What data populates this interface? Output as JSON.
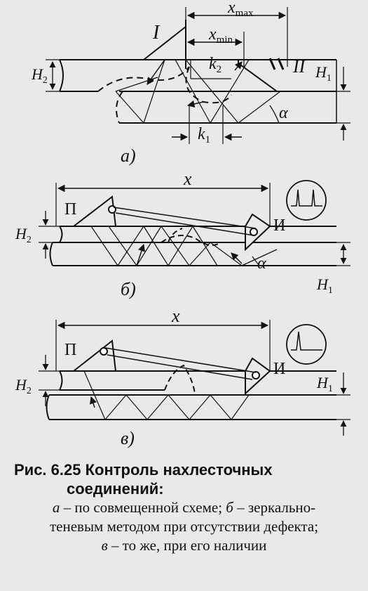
{
  "panel_a": {
    "labels": {
      "x_max": "x",
      "x_max_sub": "max",
      "x_min": "x",
      "x_min_sub": "min",
      "k2": "k",
      "k2_sub": "2",
      "k1": "k",
      "k1_sub": "1",
      "H2": "H",
      "H2_sub": "2",
      "H1": "H",
      "H1_sub": "1",
      "probe_I": "I",
      "probe_II": "II",
      "alpha": "α",
      "tag": "а)"
    }
  },
  "panel_b": {
    "labels": {
      "x": "x",
      "probe_P": "П",
      "probe_I": "И",
      "H2": "H",
      "H2_sub": "2",
      "H1": "H",
      "H1_sub": "1",
      "alpha": "α",
      "tag": "б)"
    }
  },
  "panel_v": {
    "labels": {
      "x": "x",
      "probe_P": "П",
      "probe_I": "И",
      "H2": "H",
      "H2_sub": "2",
      "H1": "H",
      "H1_sub": "1",
      "tag": "в)"
    }
  },
  "caption": {
    "number": "Рис. 6.25",
    "title_1": "Контроль нахлесточных",
    "title_2": "соединений:",
    "a_letter": "а",
    "a_text": " – по совмещенной схеме; ",
    "b_letter": "б",
    "b_text": " – зеркально-",
    "b_text_2": "теневым методом при отсутствии дефекта;",
    "v_letter": "в",
    "v_text": " – то же, при его наличии"
  }
}
